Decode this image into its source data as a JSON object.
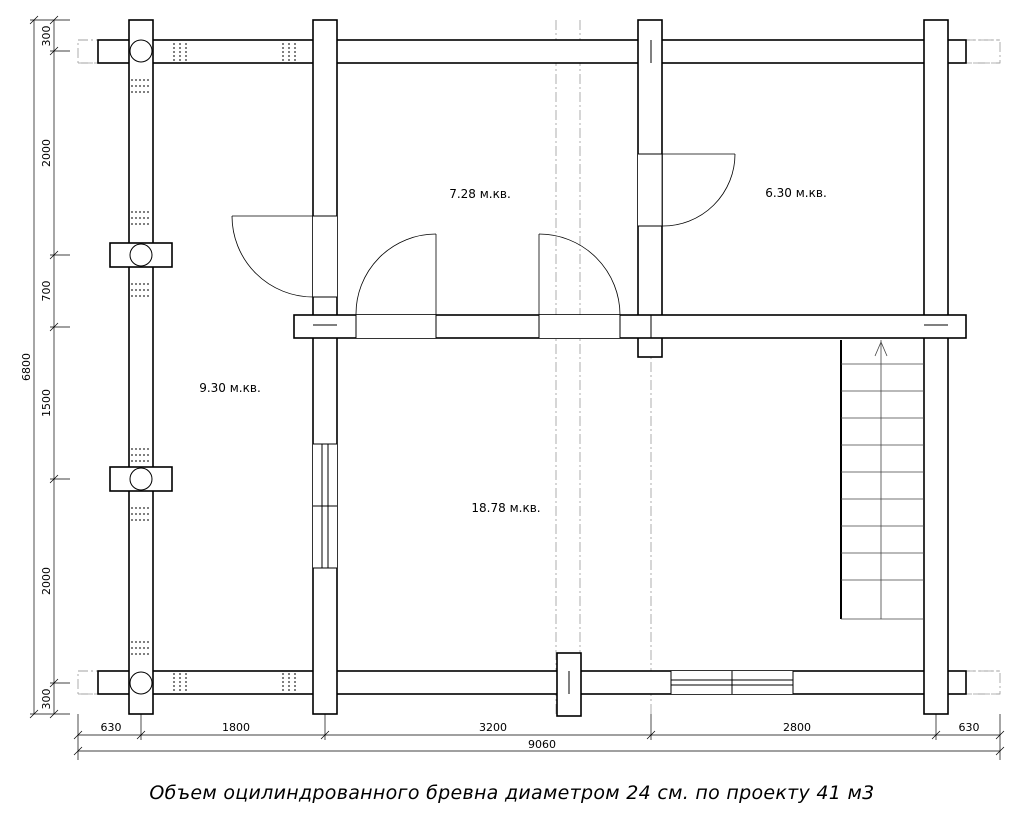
{
  "plan": {
    "rooms": [
      {
        "id": "room-a",
        "area": "7.28 м.кв."
      },
      {
        "id": "room-b",
        "area": "6.30 м.кв."
      },
      {
        "id": "room-c",
        "area": "9.30 м.кв."
      },
      {
        "id": "room-d",
        "area": "18.78 м.кв."
      }
    ],
    "dims_horizontal": {
      "segments": [
        "630",
        "1800",
        "3200",
        "2800",
        "630"
      ],
      "total": "9060"
    },
    "dims_vertical": {
      "segments": [
        "300",
        "2000",
        "700",
        "1500",
        "2000",
        "300"
      ],
      "total": "6800"
    }
  },
  "caption": "Объем оцилиндрованного бревна диаметром 24 см. по проекту 41 м3"
}
